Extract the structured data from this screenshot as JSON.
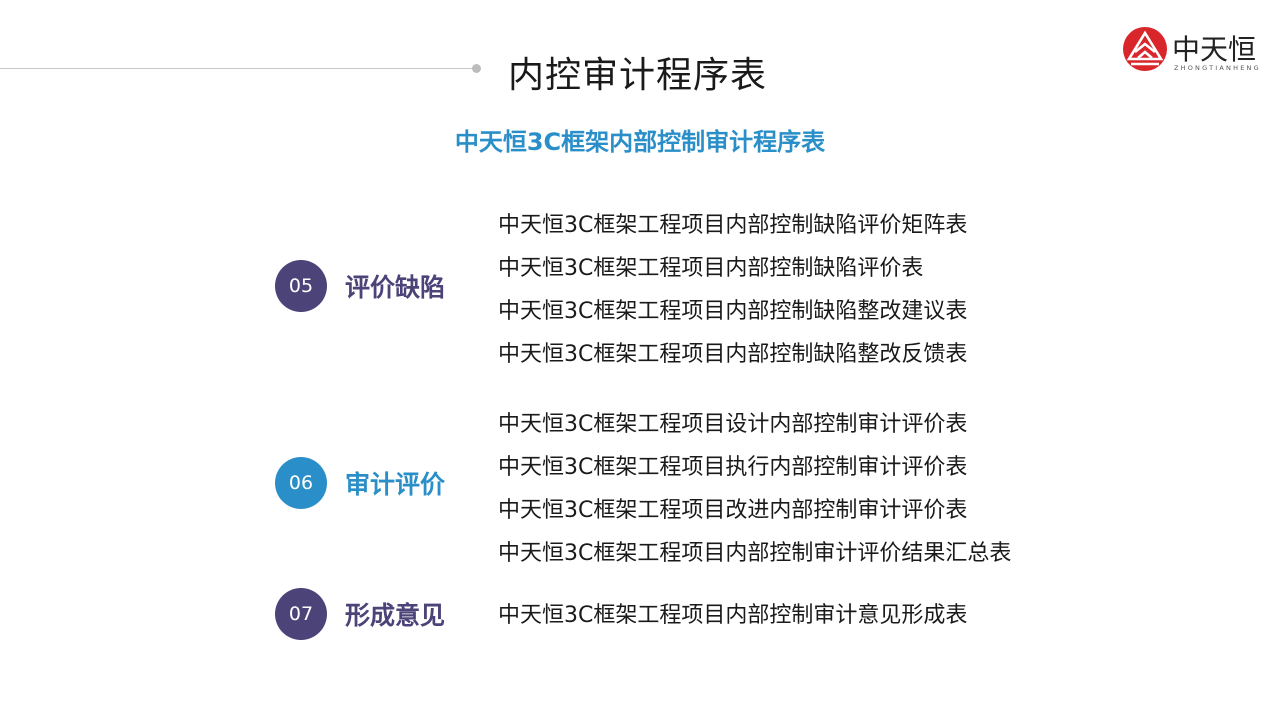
{
  "header": {
    "title": "内控审计程序表"
  },
  "logo": {
    "name": "中天恒",
    "pinyin": "ZHONGTIANHENG",
    "brand_color": "#d8262b"
  },
  "subtitle": "中天恒3C框架内部控制审计程序表",
  "colors": {
    "purple": "#4c4478",
    "blue": "#2a8fc8",
    "text": "#1a1a1a"
  },
  "sections": [
    {
      "number": "05",
      "label": "评价缺陷",
      "items": [
        "中天恒3C框架工程项目内部控制缺陷评价矩阵表",
        "中天恒3C框架工程项目内部控制缺陷评价表",
        "中天恒3C框架工程项目内部控制缺陷整改建议表",
        "中天恒3C框架工程项目内部控制缺陷整改反馈表"
      ]
    },
    {
      "number": "06",
      "label": "审计评价",
      "items": [
        "中天恒3C框架工程项目设计内部控制审计评价表",
        "中天恒3C框架工程项目执行内部控制审计评价表",
        "中天恒3C框架工程项目改进内部控制审计评价表",
        "中天恒3C框架工程项目内部控制审计评价结果汇总表"
      ]
    },
    {
      "number": "07",
      "label": "形成意见",
      "items": [
        "中天恒3C框架工程项目内部控制审计意见形成表"
      ]
    }
  ]
}
